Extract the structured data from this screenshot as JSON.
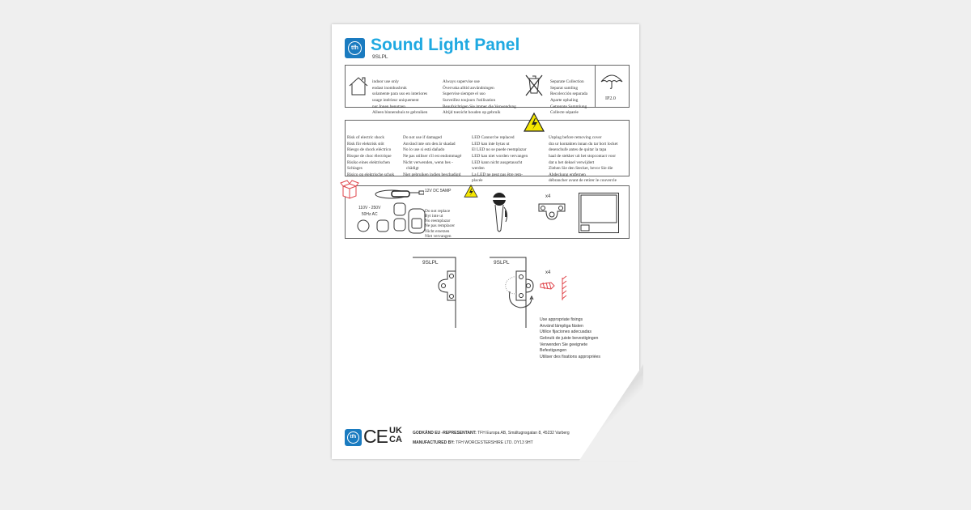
{
  "header": {
    "title": "Sound Light Panel",
    "model": "9SLPL",
    "brand": "tfh",
    "brand_color": "#1a7bc0",
    "title_color": "#1fa9e1"
  },
  "box1": {
    "col1": [
      "indoor use only",
      "endast inomhusbruk",
      "solamente para uso en interiores",
      "usage intérieur uniquement",
      "nur Innen benutzen",
      "Alleen binnenshuis te gebruiken"
    ],
    "col2": [
      "Always supervise use",
      "Övervaka alltid användningen",
      "Supervise siempre el uso",
      "Surveillez toujours l'utilisation",
      "Beaufsichtigen Sie immer die Verwendung",
      "Altijd toezicht houden op gebruik"
    ],
    "col3": [
      "Separate Collection",
      "Separat samling",
      "Recolección separada",
      "Aparte ophaling",
      "Getrennte Sammlung",
      "Collecte séparée"
    ],
    "ip": "IP2.0"
  },
  "box2": {
    "col1": [
      "Risk of electric shock",
      "Risk för elektrisk stöt",
      "Riesgo de shock eléctrico",
      "Risque de choc électrique",
      "Risiko eines elektrischen\nSchlages",
      "Risico op elektrische schok"
    ],
    "col2": [
      "Do not use if damaged",
      "Använd inte om den är skadad",
      "No lo use si está dañado",
      "Ne pas utiliser s'il est endommagé",
      "Nicht verwenden, wenn bes -\n   chädigt",
      "Niet gebruiken indien beschadigd"
    ],
    "col3": [
      "LED Cannot be replaced",
      "LED kan inte bytas ut",
      "El LED no se puede reemplazar",
      "LED kan niet worden vervangen",
      "LED kann nicht ausgetauscht\nwerden",
      "La LED ne peut pas être rem-\nplacée"
    ],
    "col4": [
      "Unplug before removing cover",
      "dra ur kontakten innan du tar bort locket",
      "desenchufe antes de quitar la tapa",
      "haal de stekker uit het stopcontact voor\ndat u het deksel verwijdert",
      "Ziehen Sie den Stecker, bevor Sie die\nAbdeckung entfernen",
      "débrancher avant de retirer le couvercle"
    ]
  },
  "box3": {
    "adapter": "12V DC 5AMP",
    "voltage": "110V - 250V\n50Hz AC",
    "adapter_notes": [
      "Do not replace",
      "Byt inte ut",
      "No reemplazar",
      "Ne pas remplacer",
      "Nicht ersetzen",
      "Niet vervangen"
    ],
    "bracket_qty": "x4"
  },
  "install": {
    "model_left": "9SLPL",
    "model_right": "9SLPL",
    "screw_qty": "x4",
    "fixings": [
      "Use appropriate fixings",
      "Använd lämpliga fästen",
      "Utilice fijaciones adecuadas",
      "Gebruik de juiste bevestigingen",
      "Verwenden Sie geeignete\nBefestigungen",
      "Utiliser des fixations appropriées"
    ]
  },
  "footer": {
    "ukca_top": "UK",
    "ukca_bottom": "CA",
    "ce": "CE",
    "rep_label": "GODKÄND EU -REPRESENTANT:",
    "rep_value": "TFH Europa AB, Smältugnsgatan 8, 45232 Varberg",
    "mfr_label": "MANUFACTURED BY:",
    "mfr_value": "TFH WORCESTERSHIRE LTD. DY13 9HT"
  }
}
